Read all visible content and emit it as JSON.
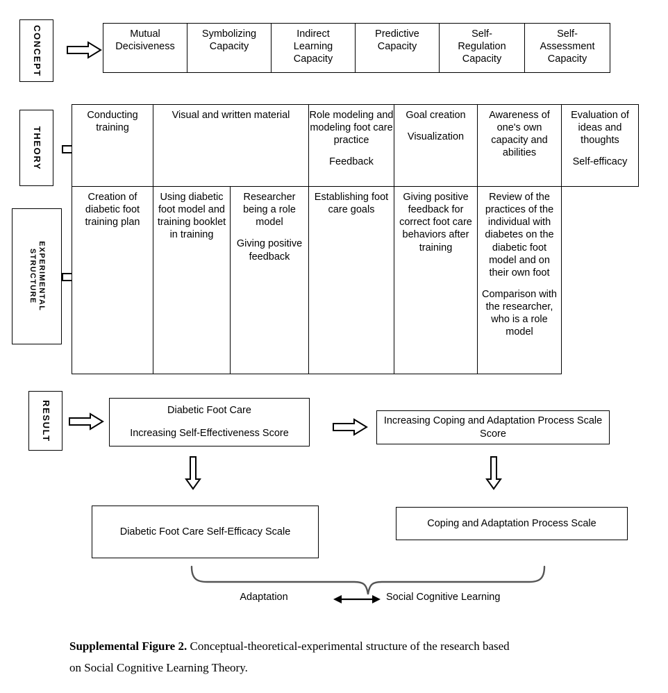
{
  "stages": {
    "concept": "CONCEPT",
    "theory": "THEORY",
    "experimental_line1": "EXPERIMENTAL",
    "experimental_line2": "STRUCTURE",
    "result": "RESULT"
  },
  "concept_row": [
    {
      "lines": [
        "Mutual",
        "Decisiveness"
      ]
    },
    {
      "lines": [
        "Symbolizing",
        "Capacity"
      ]
    },
    {
      "lines": [
        "Indirect",
        "Learning",
        "Capacity"
      ]
    },
    {
      "lines": [
        "Predictive",
        "Capacity"
      ]
    },
    {
      "lines": [
        "Self-",
        "Regulation",
        "Capacity"
      ]
    },
    {
      "lines": [
        "Self-",
        "Assessment",
        "Capacity"
      ]
    }
  ],
  "theory_row": [
    {
      "paragraphs": [
        "Conducting training"
      ]
    },
    {
      "paragraphs": [
        "Visual and written material"
      ]
    },
    {
      "paragraphs": [
        "Role modeling and modeling foot care practice",
        "Feedback"
      ]
    },
    {
      "paragraphs": [
        "Goal creation",
        "Visualization"
      ]
    },
    {
      "paragraphs": [
        "Awareness of one's own capacity and abilities"
      ]
    },
    {
      "paragraphs": [
        "Evaluation of ideas and thoughts",
        "Self-efficacy"
      ]
    }
  ],
  "experimental_row": [
    {
      "paragraphs": [
        "Creation of diabetic foot training plan"
      ]
    },
    {
      "paragraphs": [
        "Using diabetic foot model and training booklet in training"
      ]
    },
    {
      "paragraphs": [
        "Researcher being a role model",
        "Giving positive feedback"
      ]
    },
    {
      "paragraphs": [
        "Establishing foot care goals"
      ]
    },
    {
      "paragraphs": [
        "Giving positive feedback for correct foot care behaviors after training"
      ]
    },
    {
      "paragraphs": [
        "Review of the practices of the individual with diabetes on the diabetic foot model and on their own foot",
        "Comparison with the researcher, who is a role model"
      ]
    }
  ],
  "result_row": {
    "left_box": [
      "Diabetic Foot Care",
      "Increasing Self-Effectiveness Score"
    ],
    "right_box": [
      "Increasing Coping and Adaptation Process Scale Score"
    ]
  },
  "scales_row": {
    "left_box": [
      "Diabetic Foot Care Self-Efficacy Scale"
    ],
    "right_box": [
      "Coping and Adaptation Process Scale"
    ]
  },
  "brace_row": {
    "left_text": "Adaptation",
    "right_text": "Social Cognitive Learning"
  },
  "caption": {
    "bold_prefix": "Supplemental Figure 2.",
    "line1_rest": " Conceptual-theoretical-experimental structure of the research based",
    "line2": "on Social Cognitive Learning Theory."
  },
  "colors": {
    "stroke": "#000000",
    "background": "#ffffff"
  }
}
